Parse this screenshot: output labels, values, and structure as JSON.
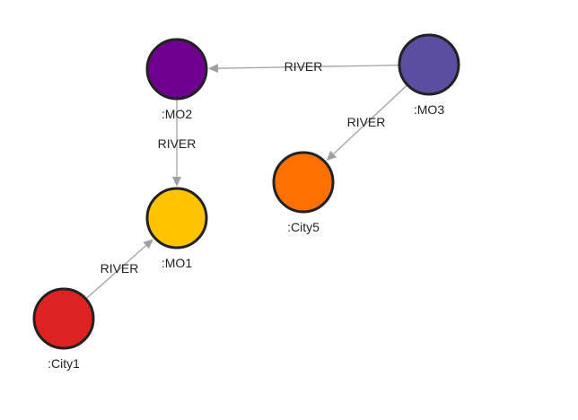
{
  "graph": {
    "nodes": [
      {
        "id": "MO2",
        "label": ":MO2",
        "color": "#6f0090"
      },
      {
        "id": "MO3",
        "label": ":MO3",
        "color": "#5b4ea1"
      },
      {
        "id": "MO1",
        "label": ":MO1",
        "color": "#ffc400"
      },
      {
        "id": "City5",
        "label": ":City5",
        "color": "#ff7000"
      },
      {
        "id": "City1",
        "label": ":City1",
        "color": "#dd2222"
      }
    ],
    "edges": [
      {
        "from": "MO3",
        "to": "MO2",
        "label": "RIVER"
      },
      {
        "from": "MO3",
        "to": "City5",
        "label": "RIVER"
      },
      {
        "from": "MO2",
        "to": "MO1",
        "label": "RIVER"
      },
      {
        "from": "City1",
        "to": "MO1",
        "label": "RIVER"
      }
    ],
    "edge_color": "#a0a0a0",
    "node_border_color": "#222222"
  }
}
